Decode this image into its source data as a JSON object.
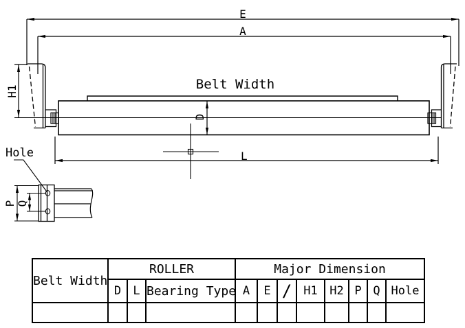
{
  "drawing": {
    "dimension_labels": {
      "e": "E",
      "a": "A",
      "h1": "H1",
      "d": "D",
      "l": "L",
      "p": "P",
      "q": "Q",
      "hole": "Hole",
      "belt_width": "Belt Width"
    },
    "colors": {
      "line": "#000000",
      "background": "#ffffff"
    }
  },
  "table": {
    "row_label_belt_width": "Belt Width",
    "group_roller": "ROLLER",
    "group_major_dimension": "Major Dimension",
    "sub_headers": [
      "D",
      "L",
      "Bearing Type",
      "A",
      "E",
      "/",
      "H1",
      "H2",
      "P",
      "Q",
      "Hole"
    ],
    "data_row": [
      "",
      "",
      "",
      "",
      "",
      "",
      "",
      "",
      "",
      "",
      "",
      ""
    ]
  }
}
